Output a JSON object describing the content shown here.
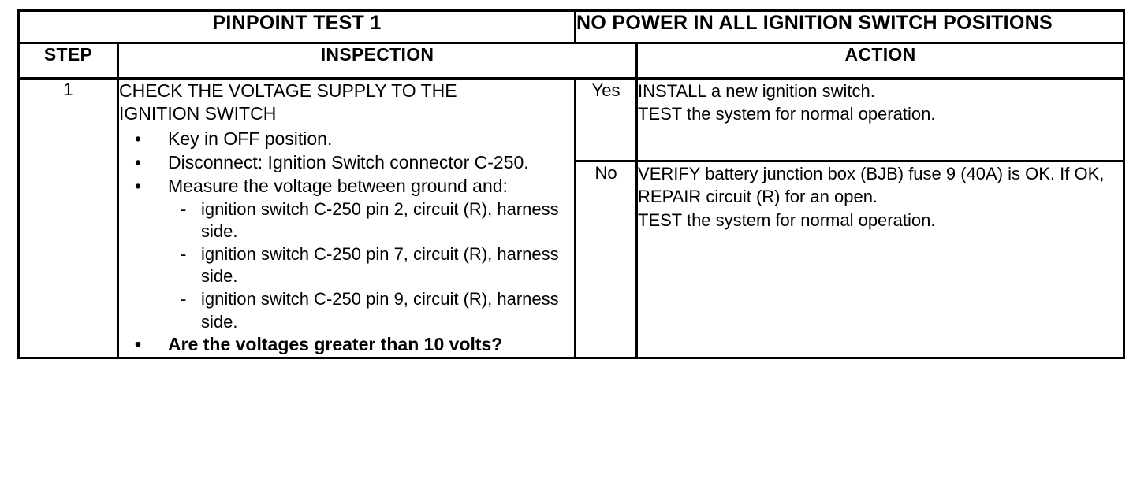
{
  "document": {
    "type": "pinpoint-test-table"
  },
  "title": {
    "test_id": "PINPOINT TEST 1",
    "test_name": "NO POWER IN ALL IGNITION SWITCH POSITIONS"
  },
  "columns": {
    "step": "STEP",
    "inspection": "INSPECTION",
    "action": "ACTION"
  },
  "rows": [
    {
      "step": "1",
      "inspection": {
        "heading": "CHECK THE VOLTAGE SUPPLY TO THE IGNITION SWITCH",
        "bullet_marker": "•",
        "dash_marker": "-",
        "bullets": [
          {
            "text": "Key in OFF position."
          },
          {
            "text": "Disconnect: Ignition Switch connector C-250."
          },
          {
            "text": "Measure the voltage between ground and:",
            "subitems": [
              "ignition switch C-250 pin 2, circuit (R), harness side.",
              "ignition switch C-250 pin 7, circuit (R), harness side.",
              "ignition switch C-250 pin 9, circuit (R), harness side."
            ]
          },
          {
            "text": "Are the voltages greater than 10 volts?",
            "bold": true
          }
        ]
      },
      "branches": [
        {
          "answer": "Yes",
          "action_lines": [
            "INSTALL a new ignition switch.",
            "TEST the system for normal operation."
          ]
        },
        {
          "answer": "No",
          "action_lines": [
            "VERIFY battery junction box (BJB) fuse 9 (40A) is OK. If OK, REPAIR circuit (R) for an open.",
            "TEST the system for normal operation."
          ]
        }
      ]
    }
  ]
}
